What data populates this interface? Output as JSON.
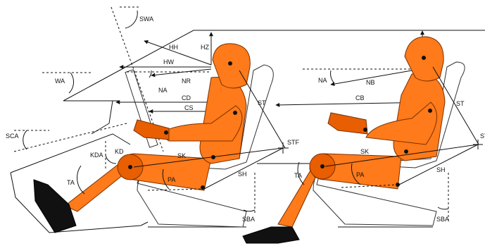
{
  "labels": {
    "SWA": "SWA",
    "HH": "HH",
    "HZ": "HZ",
    "HW": "HW",
    "WA": "WA",
    "NR": "NR",
    "NA": "NA",
    "CD": "CD",
    "CS": "CS",
    "ST": "ST",
    "SCA": "SCA",
    "KDA": "KDA",
    "KD": "KD",
    "SK": "SK",
    "STF": "STF",
    "TA": "TA",
    "PA": "PA",
    "SH": "SH",
    "SBA": "SBA",
    "NB": "NB",
    "CB": "CB"
  },
  "colors": {
    "body": "#ff7a1a",
    "body_dark": "#e85e00",
    "line": "#111111"
  }
}
